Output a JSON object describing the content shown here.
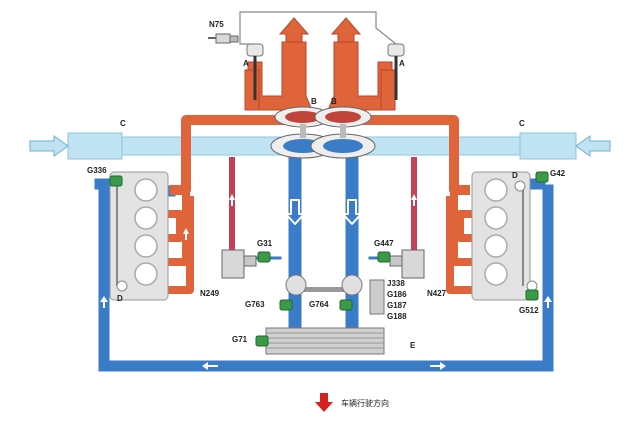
{
  "labels": {
    "N75": "N75",
    "A_left": "A",
    "A_right": "A",
    "B_left": "B",
    "B_right": "B",
    "C_left": "C",
    "C_right": "C",
    "D_left": "D",
    "D_right": "D",
    "E": "E",
    "G336": "G336",
    "G42": "G42",
    "G31": "G31",
    "G447": "G447",
    "N249": "N249",
    "N427": "N427",
    "G763": "G763",
    "G764": "G764",
    "G71": "G71",
    "G512": "G512",
    "J338": "J338",
    "G186": "G186",
    "G187": "G187",
    "G188": "G188"
  },
  "caption": "车辆行驶方向",
  "colors": {
    "exhaust": "#e0643a",
    "exhaust_edge": "#b8452a",
    "intake_blue": "#3a7cc8",
    "intake_light": "#bfe3f2",
    "sensor_green": "#3a9a48",
    "recirc_red": "#c84058",
    "engine_gray": "#e3e3e3",
    "direction_arrow": "#d81e1e"
  }
}
